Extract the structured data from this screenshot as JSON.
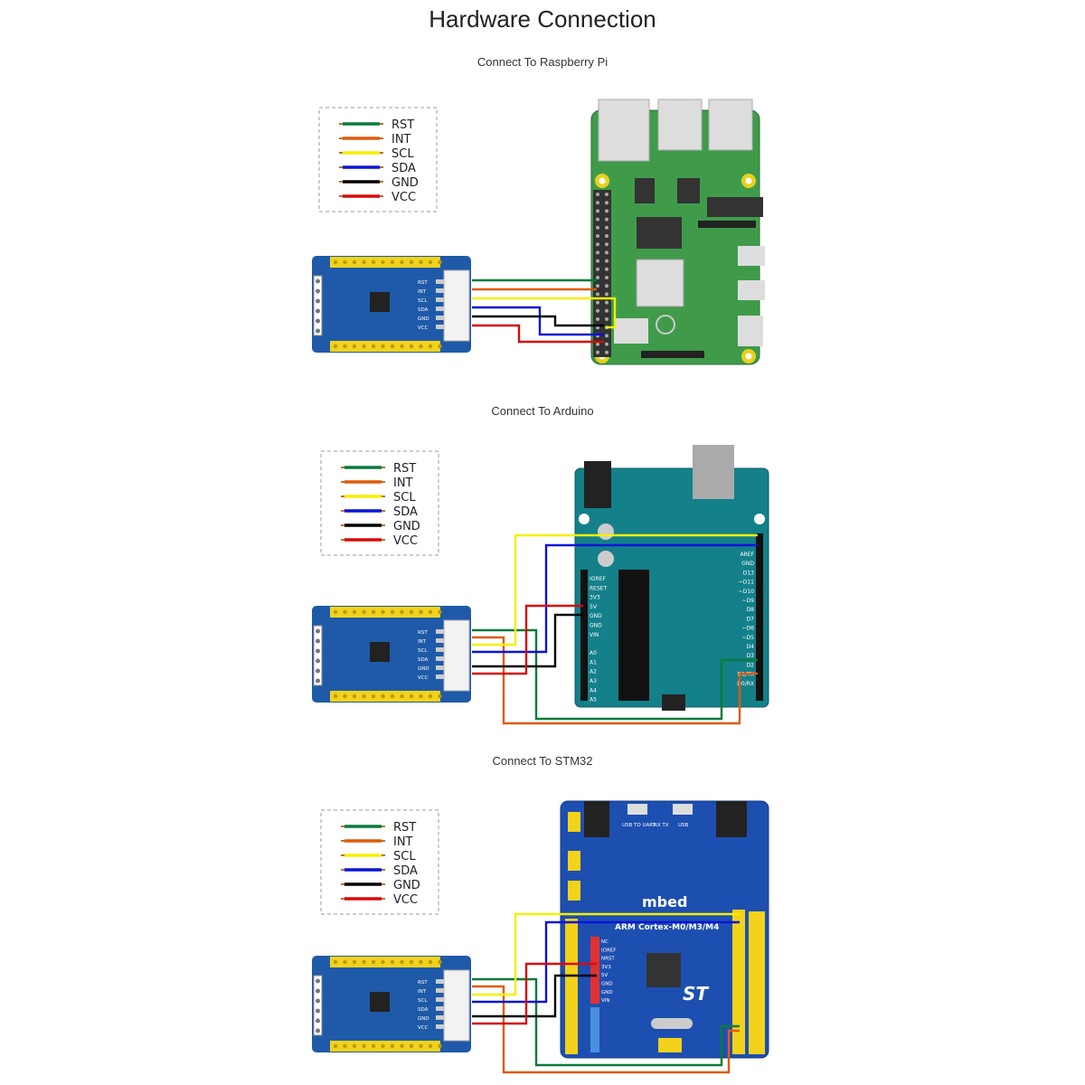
{
  "title": "Hardware Connection",
  "sections": [
    {
      "heading": "Connect To Raspberry Pi",
      "board": "raspberry-pi"
    },
    {
      "heading": "Connect To Arduino",
      "board": "arduino"
    },
    {
      "heading": "Connect To STM32",
      "board": "stm32"
    }
  ],
  "legend": [
    {
      "label": "RST",
      "color": "#0a7a3c"
    },
    {
      "label": "INT",
      "color": "#e05a0a"
    },
    {
      "label": "SCL",
      "color": "#f5f000"
    },
    {
      "label": "SDA",
      "color": "#0a14d8"
    },
    {
      "label": "GND",
      "color": "#000000"
    },
    {
      "label": "VCC",
      "color": "#d80a0a"
    }
  ],
  "module": {
    "connector_pins": [
      "RST",
      "INT",
      "SCL",
      "SDA",
      "GND",
      "VCC"
    ],
    "color": "#1f5aa8",
    "header_color": "#f2d21b"
  },
  "arduino": {
    "pins_right": [
      "AREF",
      "GND",
      "D13",
      "~D11",
      "~D10",
      "~D9",
      "D8",
      "D7",
      "~D6",
      "~D5",
      "D4",
      "D3",
      "D2",
      "D1/TX",
      "D0/RX"
    ],
    "pins_left": [
      "IOREF",
      "RESET",
      "3V3",
      "5V",
      "GND",
      "GND",
      "VIN",
      "A0",
      "A1",
      "A2",
      "A3",
      "A4",
      "A5"
    ],
    "color": "#13808a"
  },
  "stm32": {
    "brand": "mbed",
    "chip_label": "ARM Cortex-M0/M3/M4",
    "top_labels": [
      "USB TO UART",
      "RX TX",
      "USB"
    ],
    "power_pins": [
      "NC",
      "IOREF",
      "NRST",
      "3V3",
      "5V",
      "GND",
      "GND",
      "VIN"
    ],
    "color": "#1d4fb0"
  },
  "raspberry_pi": {
    "color": "#3f9b4a"
  }
}
